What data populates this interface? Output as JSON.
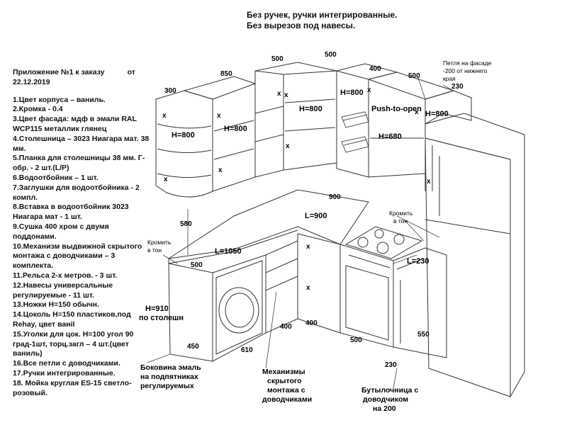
{
  "header": {
    "line1": "Без ручек, ручки интегрированные.",
    "line2": "Без вырезов под навесы."
  },
  "order": {
    "title_left": "Приложение №1 к заказу",
    "title_right": "от",
    "date": "22.12.2019"
  },
  "spec_items": [
    "1.Цвет корпуса – ваниль.",
    "2.Кромка - 0.4",
    "3.Цвет фасада: мдф в эмали RAL WCP115 металлик глянец",
    "4.Столешница – 3023 Ниагара мат. 38 мм.",
    "5.Планка для столешницы 38 мм.  Г-обр. - 2 шт.(L/P)",
    "6.Водоотбойник – 1 шт.",
    "7.Заглушки для водоотбойника - 2 компл.",
    "8.Вставка в водоотбойник 3023 Ниагара мат - 1 шт.",
    "9.Сушка 400 хром с двумя поддонами.",
    "10.Механизм выдвижной скрытого монтажа с доводчиками – 3 комплекта.",
    "11.Рельса 2-х метров. - 3 шт.",
    "12.Навесы универсальные регулируемые - 11 шт.",
    "13.Ножки Н=150 обычн.",
    "14.Цоколь Н=150 пластиков,под Rehay, цвет ванil",
    "15.Уголки для цок. Н=100 угол 90 град-1шт, торц.загл – 4 шт.(цвет ваниль)",
    "16.Все петли с доводчиками.",
    "17.Ручки интегрированные.",
    "18. Мойка круглая ES-15 светло-розовый."
  ],
  "dimensions": {
    "upper_300": "300",
    "upper_850": "850",
    "upper_500a": "500",
    "upper_500b": "500",
    "upper_400": "400",
    "upper_500c": "500",
    "upper_230": "230",
    "tall_580": "580",
    "counter_900": "900",
    "front_500": "500",
    "base_400a": "400",
    "base_400b": "400",
    "base_500": "500",
    "base_610": "610",
    "base_450": "450",
    "base_550": "550",
    "base_230": "230"
  },
  "heights": {
    "h800_a": "H=800",
    "h800_b": "H=800",
    "h800_c": "H=800",
    "h800_d": "H=800",
    "h800_e": "H=800",
    "h680": "H=680",
    "push": "Push-to-open",
    "l900": "L=900",
    "l1050": "L=1050",
    "l230": "L=230",
    "h910_a": "H=910",
    "h910_b": "по столешн"
  },
  "notes": {
    "hinge": [
      "Петля на фасаде",
      "-200 от нижнего",
      "края"
    ],
    "edge_tone_a": [
      "Кромить",
      "в тон"
    ],
    "edge_tone_b": [
      "Кромить",
      "в тон"
    ],
    "side": [
      "Боковина эмаль",
      "на подпятниках",
      "регулируемых"
    ],
    "mech": [
      "Механизмы",
      "скрытого",
      "монтажа с",
      "доводчиками"
    ],
    "bottle": [
      "Бутылочница с",
      "доводчиком",
      "на 200"
    ]
  },
  "marks": {
    "x": "x"
  }
}
